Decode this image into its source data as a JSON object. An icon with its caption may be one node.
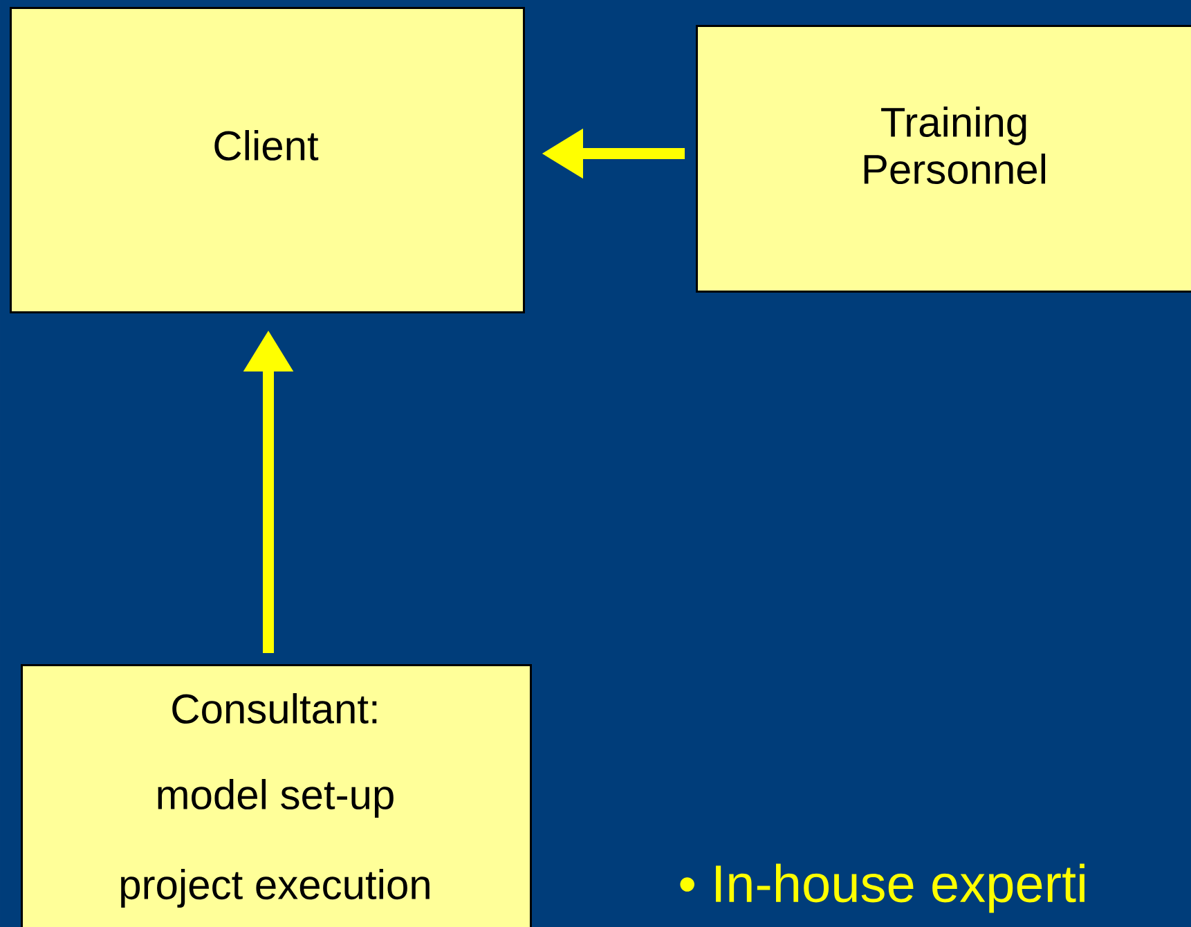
{
  "diagram": {
    "nodes": [
      {
        "text": [
          "Client"
        ]
      },
      {
        "text": [
          "Training Personnel"
        ]
      },
      {
        "text": [
          "Consultant:",
          "model set-up",
          "project execution"
        ]
      }
    ],
    "edges": [
      {
        "from": 1,
        "to": 0,
        "arrow": "to"
      },
      {
        "from": 2,
        "to": 0,
        "arrow": "to"
      }
    ],
    "labels": [
      "• In-house experti"
    ]
  }
}
